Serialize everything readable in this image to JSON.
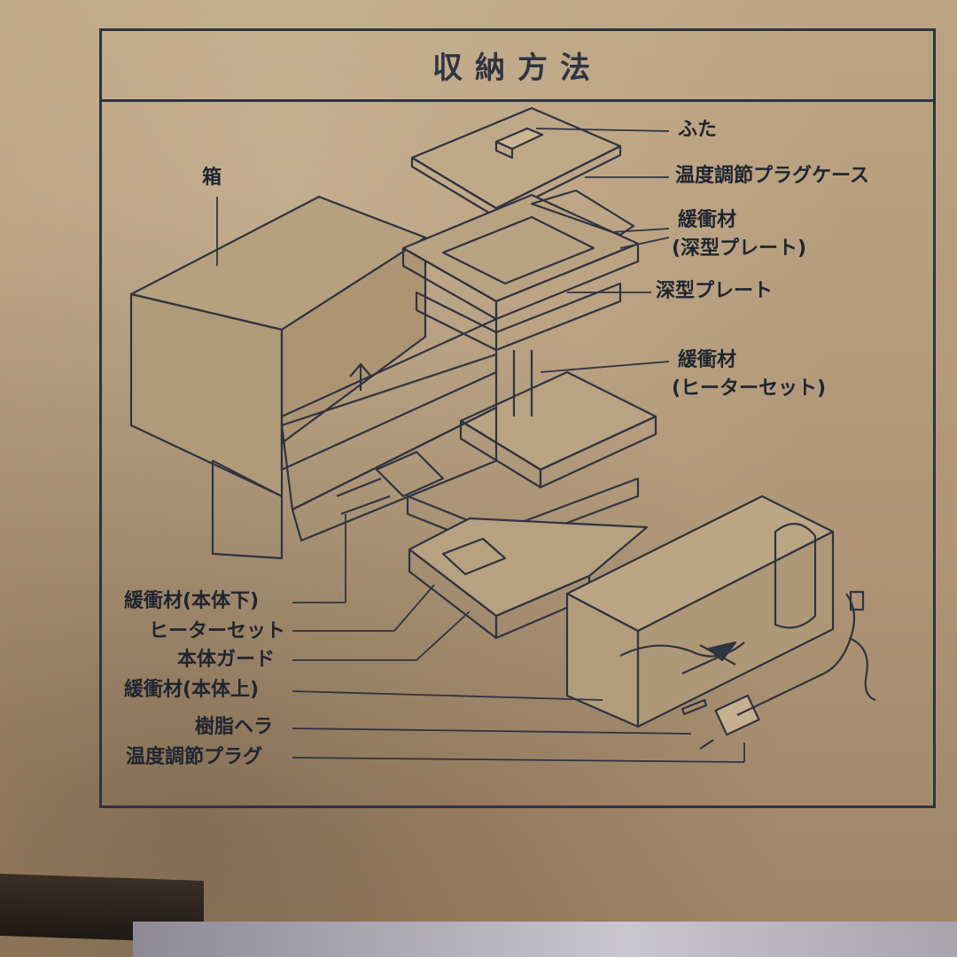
{
  "title": "収納方法",
  "labels": {
    "box": "箱",
    "lid": "ふた",
    "plug_case": "温度調節プラグケース",
    "cushion_deep_1": "緩衝材",
    "cushion_deep_2": "(深型プレート)",
    "deep_plate": "深型プレート",
    "cushion_heater_1": "緩衝材",
    "cushion_heater_2": "(ヒーターセット)",
    "cushion_body_lower": "緩衝材(本体下)",
    "heater_set": "ヒーターセット",
    "body_guard": "本体ガード",
    "cushion_body_upper": "緩衝材(本体上)",
    "resin_spatula": "樹脂ヘラ",
    "temp_plug": "温度調節プラグ"
  },
  "colors": {
    "ink": "#2e3440",
    "cardboard": "#b29a7c"
  }
}
